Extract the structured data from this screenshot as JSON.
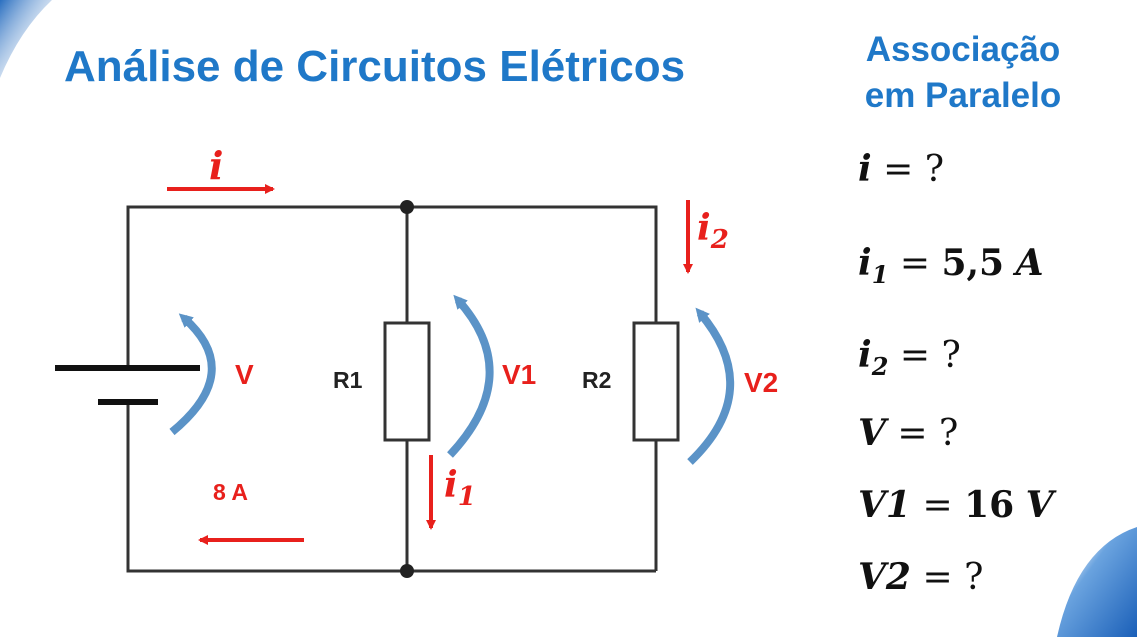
{
  "title": "Análise de Circuitos Elétricos",
  "subtitle": [
    "Associação",
    "em Paralelo"
  ],
  "circuit": {
    "current_total": "i",
    "current_1": {
      "main": "i",
      "sub": "1"
    },
    "current_2": {
      "main": "i",
      "sub": "2"
    },
    "source_voltage": "V",
    "r1": "R1",
    "r2": "R2",
    "v1": "V1",
    "v2": "V2",
    "source_current": "8 A"
  },
  "equations": [
    {
      "var": "i",
      "sub": "",
      "op": "=",
      "value": "?",
      "value_bold": false
    },
    {
      "var": "i",
      "sub": "1",
      "op": "=",
      "value": "5,5",
      "unit": "A",
      "value_bold": true
    },
    {
      "var": "i",
      "sub": "2",
      "op": "=",
      "value": "?",
      "value_bold": false
    },
    {
      "var": "V",
      "sub": "",
      "op": "=",
      "value": "?",
      "value_bold": false
    },
    {
      "var": "V1",
      "sub": "",
      "op": "=",
      "value": "16",
      "unit": "V",
      "value_bold": true
    },
    {
      "var": "V2",
      "sub": "",
      "op": "=",
      "value": "?",
      "value_bold": false
    }
  ],
  "colors": {
    "title": "#1f78c8",
    "accent_red": "#e8201c",
    "arc_blue": "#5b93c7",
    "wire": "#333333"
  }
}
